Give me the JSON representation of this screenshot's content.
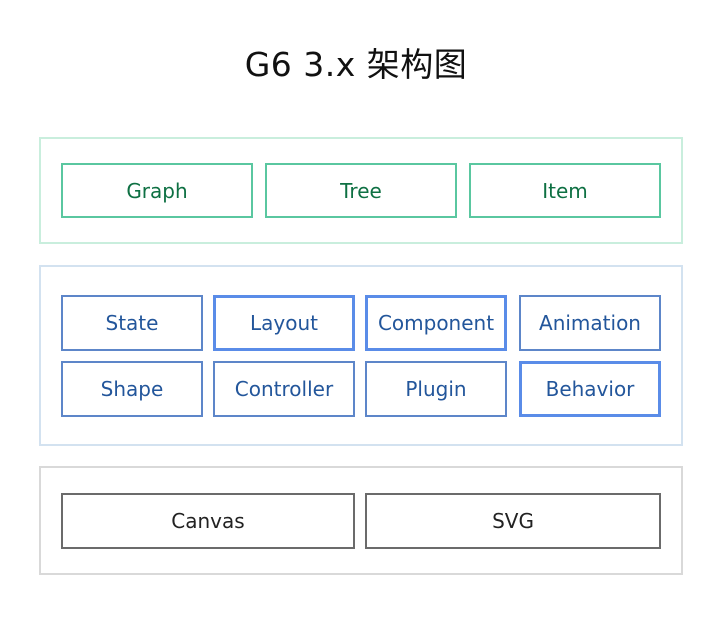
{
  "title": "G6 3.x 架构图",
  "layers": {
    "top": {
      "items": [
        "Graph",
        "Tree",
        "Item"
      ]
    },
    "middle": {
      "row1": [
        "State",
        "Layout",
        "Component",
        "Animation"
      ],
      "row2": [
        "Shape",
        "Controller",
        "Plugin",
        "Behavior"
      ]
    },
    "bottom": {
      "items": [
        "Canvas",
        "SVG"
      ]
    }
  },
  "colors": {
    "top_border": "#5ac7a0",
    "top_text": "#0e7043",
    "middle_border": "#5d86c9",
    "middle_highlight_border": "#5a8ce8",
    "middle_text": "#23569b",
    "bottom_border": "#6b6b6b",
    "bottom_text": "#222222"
  }
}
